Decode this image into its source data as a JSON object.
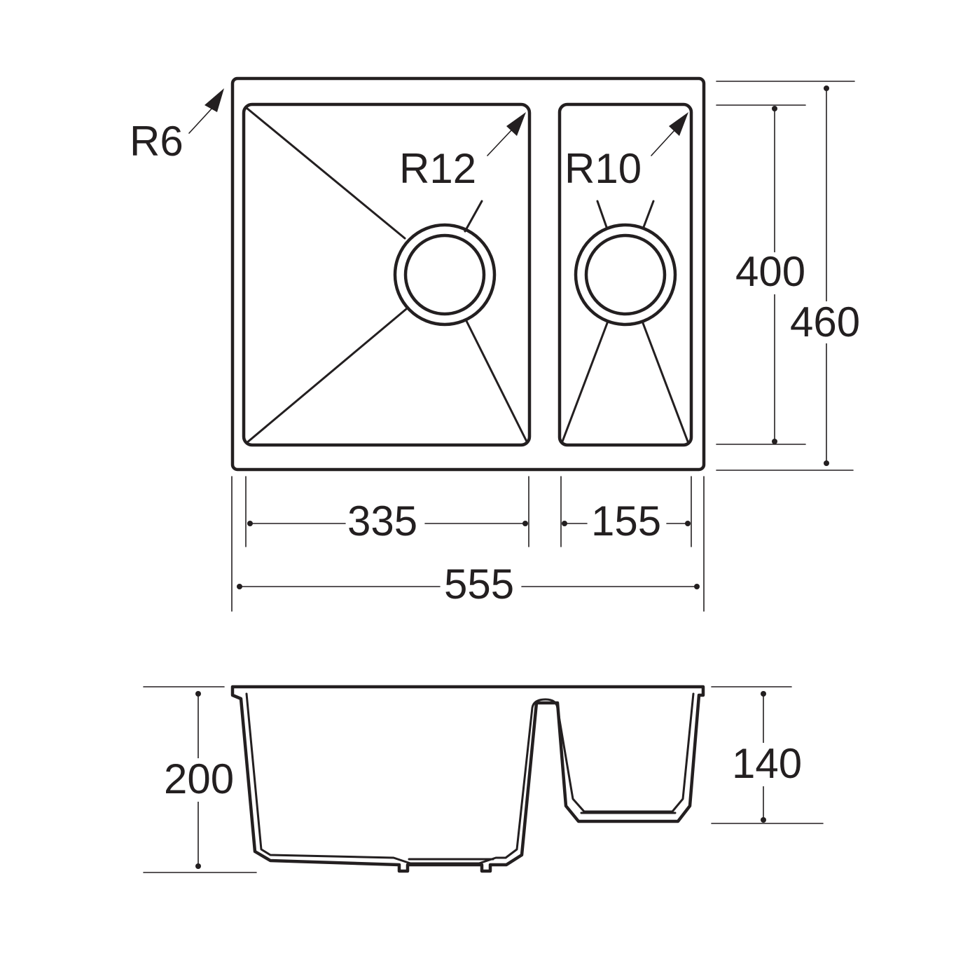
{
  "labels": {
    "corner_radius_outer": "R6",
    "corner_radius_main_bowl": "R12",
    "corner_radius_small_bowl": "R10",
    "width_main_bowl": "335",
    "width_small_bowl": "155",
    "width_overall": "555",
    "depth_inner": "400",
    "depth_overall": "460",
    "height_main_bowl": "200",
    "height_small_bowl": "140"
  },
  "colors": {
    "line": "#231f20",
    "background": "#ffffff"
  }
}
